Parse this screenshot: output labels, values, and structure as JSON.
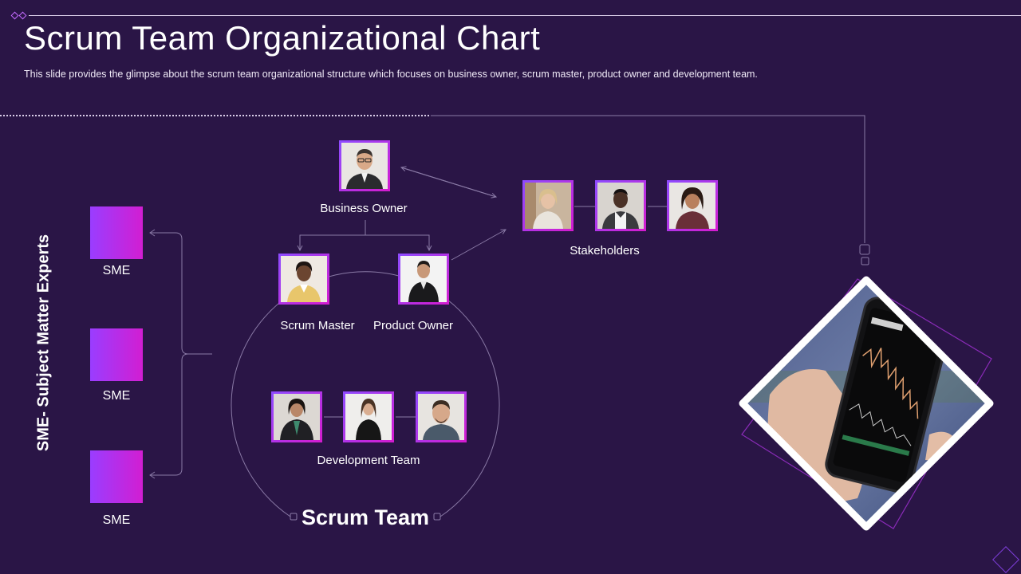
{
  "slide": {
    "title": "Scrum Team Organizational Chart",
    "subtitle": "This slide provides  the glimpse about the scrum team organizational  structure which focuses on business owner, scrum master, product owner and development  team."
  },
  "sme": {
    "vertical_title": "SME- Subject Matter Experts",
    "boxes": [
      {
        "label": "SME"
      },
      {
        "label": "SME"
      },
      {
        "label": "SME"
      }
    ]
  },
  "roles": {
    "business_owner": "Business Owner",
    "scrum_master": "Scrum Master",
    "product_owner": "Product Owner",
    "development_team": "Development Team",
    "stakeholders": "Stakeholders"
  },
  "scrum_team_label": "Scrum Team",
  "colors": {
    "background": "#2a1546",
    "accent_purple": "#9a3dff",
    "accent_magenta": "#d21ed2",
    "connector": "#8a7aa6"
  },
  "icons": {
    "people": "person-photo",
    "hero_image": "phone-stock-chart-photo"
  }
}
